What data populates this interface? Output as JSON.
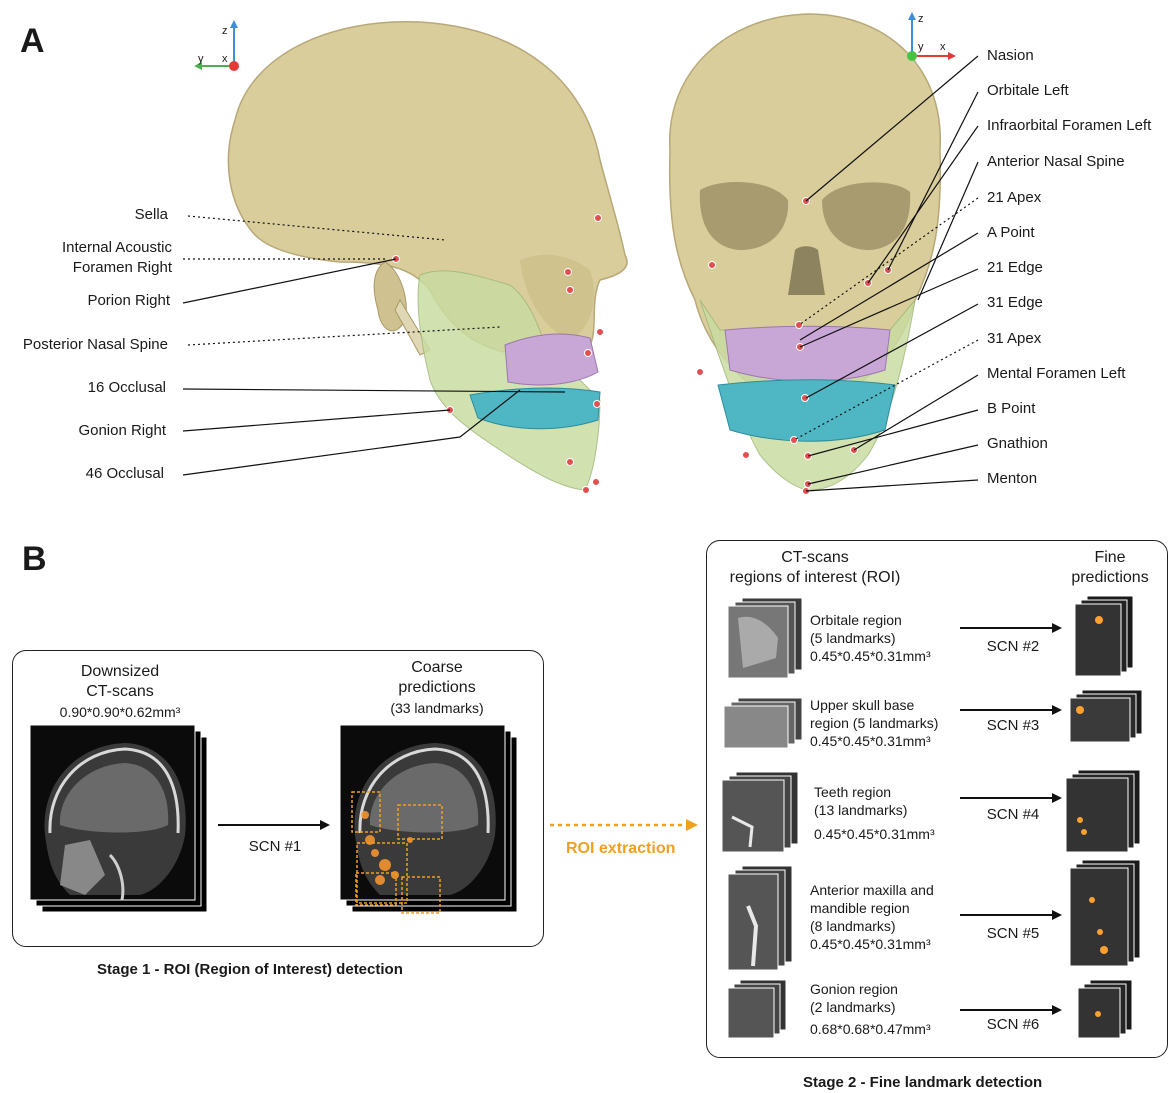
{
  "panel_a": {
    "letter": "A",
    "left_labels": [
      "Sella",
      "Internal Acoustic",
      "Foramen Right",
      "Porion Right",
      "Posterior Nasal Spine",
      "16 Occlusal",
      "Gonion Right",
      "46 Occlusal"
    ],
    "right_labels": [
      "Nasion",
      "Orbitale Left",
      "Infraorbital Foramen Left",
      "Anterior Nasal Spine",
      "21 Apex",
      "A Point",
      "21 Edge",
      "31 Edge",
      "31 Apex",
      "Mental Foramen Left",
      "B Point",
      "Gnathion",
      "Menton"
    ],
    "axes_left": {
      "z": "z",
      "y": "y",
      "x": "x"
    },
    "axes_right": {
      "z": "z",
      "y": "y",
      "x": "x"
    }
  },
  "panel_b": {
    "letter": "B",
    "stage1": {
      "downsized_title": [
        "Downsized",
        "CT-scans"
      ],
      "downsized_res": "0.90*0.90*0.62mm³",
      "coarse_title": [
        "Coarse",
        "predictions"
      ],
      "coarse_count": "(33 landmarks)",
      "arrow_label": "SCN #1",
      "caption": "Stage 1 - ROI (Region of Interest) detection"
    },
    "roi_extraction": "ROI extraction",
    "stage2": {
      "roi_header": [
        "CT-scans",
        "regions of interest (ROI)"
      ],
      "fine_header": [
        "Fine",
        "predictions"
      ],
      "regions": [
        {
          "lines": [
            "Orbitale region",
            "(5 landmarks)",
            "0.45*0.45*0.31mm³"
          ],
          "scn": "SCN #2"
        },
        {
          "lines": [
            "Upper skull base",
            "region (5 landmarks)",
            "0.45*0.45*0.31mm³"
          ],
          "scn": "SCN #3"
        },
        {
          "lines": [
            "Teeth region",
            "(13 landmarks)",
            "0.45*0.45*0.31mm³"
          ],
          "scn": "SCN #4"
        },
        {
          "lines": [
            "Anterior maxilla and",
            "mandible region",
            "(8 landmarks)",
            "0.45*0.45*0.31mm³"
          ],
          "scn": "SCN #5"
        },
        {
          "lines": [
            "Gonion region",
            "(2 landmarks)",
            "0.68*0.68*0.47mm³"
          ],
          "scn": "SCN #6"
        }
      ],
      "caption": "Stage 2 - Fine landmark detection"
    }
  },
  "colors": {
    "bone": "#d8cc9a",
    "mandible": "#c9dca3",
    "upper_teeth": "#c8a6d6",
    "lower_teeth": "#4fb6c4",
    "landmark": "#e05050",
    "roi_orange": "#f0a020"
  }
}
